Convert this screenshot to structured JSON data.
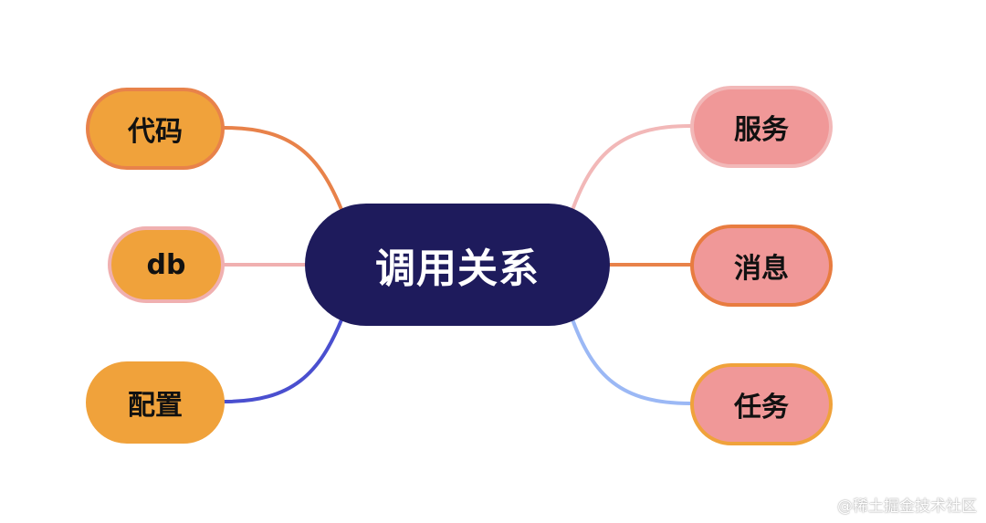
{
  "center": {
    "label": "调用关系"
  },
  "branches": {
    "code": {
      "label": "代码",
      "line_color": "#e8824a"
    },
    "db": {
      "label": "db",
      "line_color": "#f0b0b0"
    },
    "config": {
      "label": "配置",
      "line_color": "#4a4fcf"
    },
    "service": {
      "label": "服务",
      "line_color": "#f2b8b8"
    },
    "message": {
      "label": "消息",
      "line_color": "#e8824a"
    },
    "task": {
      "label": "任务",
      "line_color": "#9bb8f5"
    }
  },
  "colors": {
    "center_fill": "#1e1b5c",
    "left_fill": "#f0a23b",
    "right_fill": "#f09898"
  },
  "watermark": {
    "text": "@稀土掘金技术社区"
  }
}
